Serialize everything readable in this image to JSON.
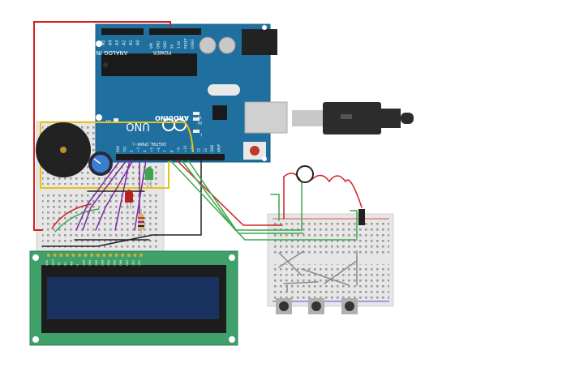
{
  "arduino": {
    "brand": "ARDUINO",
    "model": "UNO",
    "analog_header_label": "ANALOG IN",
    "power_header_label": "POWER",
    "digital_header_label": "DIGITAL (PWM~)",
    "analog_pins": [
      "A5",
      "A4",
      "A3",
      "A2",
      "A1",
      "A0"
    ],
    "power_pins": [
      "VIN",
      "GND",
      "GND",
      "5V",
      "3.3V",
      "RESET",
      "IOREF"
    ],
    "digital_pins": [
      "RX0",
      "TX1",
      "2",
      "~3",
      "4",
      "~5",
      "~6",
      "7",
      "8",
      "~9",
      "~10",
      "~11",
      "12",
      "13",
      "GND",
      "AREF"
    ],
    "led_labels": [
      "TX",
      "RX",
      "L"
    ],
    "on_label": "ON"
  },
  "lcd": {
    "pin_labels": [
      "VSS",
      "VDD",
      "V0",
      "RS",
      "RW",
      "E",
      "DB0",
      "DB1",
      "DB2",
      "DB3",
      "DB4",
      "DB5",
      "DB6",
      "DB7",
      "LED",
      "LED"
    ]
  },
  "colors": {
    "arduino_board": "#1f6f9f",
    "lcd_board": "#3fa06a",
    "lcd_screen": "#1a3260",
    "breadboard": "#e8e8e8",
    "wire_red": "#d22020",
    "wire_green": "#3aa84a",
    "wire_black": "#222222",
    "wire_purple": "#7a2aa0",
    "wire_yellow": "#e8c21a",
    "wire_gray": "#8a8a8a"
  },
  "components": [
    "arduino-uno",
    "usb-cable",
    "buzzer",
    "potentiometer",
    "green-led",
    "red-led",
    "resistor",
    "lcd-16x2",
    "left-breadboard",
    "right-breadboard",
    "temperature-sensor",
    "tilt-sensor",
    "pushbutton",
    "pushbutton",
    "pushbutton"
  ]
}
